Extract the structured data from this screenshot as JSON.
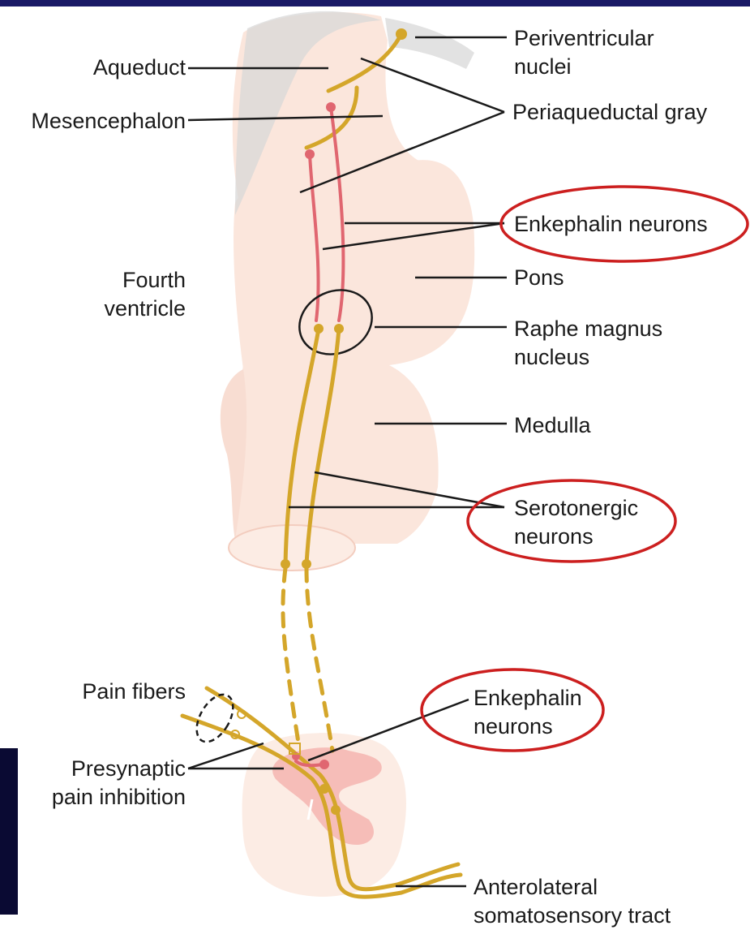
{
  "labels": {
    "periventricular_1": "Periventricular",
    "periventricular_2": "nuclei",
    "aqueduct": "Aqueduct",
    "periaqueductal_gray": "Periaqueductal gray",
    "mesencephalon": "Mesencephalon",
    "enkephalin_neurons_upper": "Enkephalin neurons",
    "fourth_ventricle_1": "Fourth",
    "fourth_ventricle_2": "ventricle",
    "pons": "Pons",
    "raphe_1": "Raphe magnus",
    "raphe_2": "nucleus",
    "medulla": "Medulla",
    "serotonergic_1": "Serotonergic",
    "serotonergic_2": "neurons",
    "pain_fibers": "Pain fibers",
    "enkephalin_lower_1": "Enkephalin",
    "enkephalin_lower_2": "neurons",
    "presynaptic_1": "Presynaptic",
    "presynaptic_2": "pain inhibition",
    "anterolateral_1": "Anterolateral",
    "anterolateral_2": "somatosensory tract"
  },
  "colors": {
    "serotonergic_fiber": "#d4a62a",
    "enkephalin_fiber": "#e06670",
    "highlight_ellipse": "#cc1f1f",
    "brainstem_fill": "#fbe6dc",
    "gray_matter": "#f4b5b0",
    "ventricle": "#d8d8d8",
    "slide_accent": "#1a1a66"
  }
}
